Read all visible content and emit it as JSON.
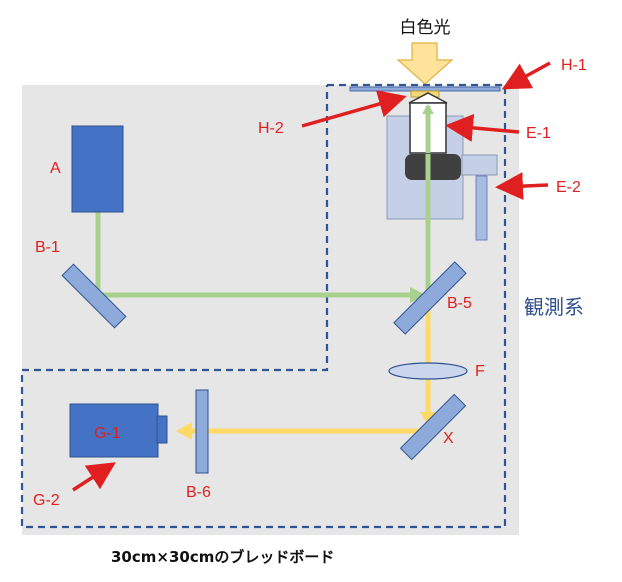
{
  "light_source": {
    "label": "白色光"
  },
  "components": {
    "A": "A",
    "B1": "B-1",
    "B5": "B-5",
    "B6": "B-6",
    "E1": "E-1",
    "E2": "E-2",
    "F": "F",
    "G1": "G-1",
    "G2": "G-2",
    "H1": "H-1",
    "H2": "H-2",
    "X": "X"
  },
  "observation_system_label": "観測系",
  "caption": "30cm×30cmのブレッドボード",
  "colors": {
    "board": "#e6e6e6",
    "component_blue": "#4472c4",
    "mirror_blue": "#8eaadb",
    "beam_green": "#a9d18e",
    "beam_yellow": "#ffd966",
    "label_red": "#e02020",
    "dashed_border": "#2f5597",
    "microscope": "#c5d0e6"
  }
}
